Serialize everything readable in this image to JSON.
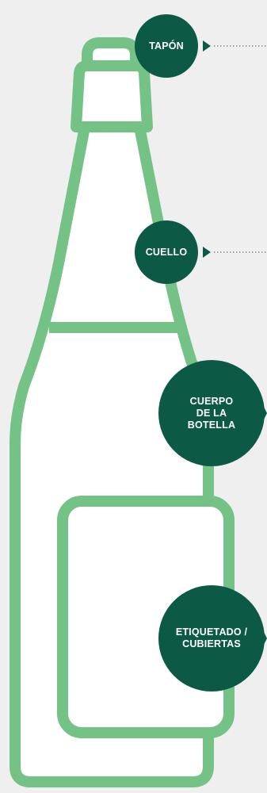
{
  "colors": {
    "background": "#efefef",
    "bottle_outline": "#74c285",
    "bottle_fill": "#ffffff",
    "label_circle": "#0c5a45",
    "label_text": "#ffffff",
    "leader_line": "#888888"
  },
  "labels": {
    "cap": "TAPÓN",
    "neck": "CUELLO",
    "body": "CUERPO\nDE LA\nBOTELLA",
    "labelling": "ETIQUETADO /\nCUBIERTAS"
  }
}
